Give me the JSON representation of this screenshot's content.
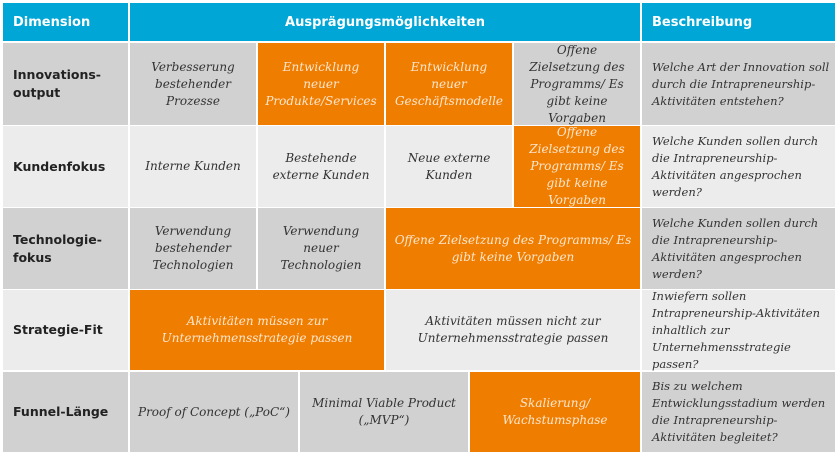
{
  "header": {
    "dimension": "Dimension",
    "options": "Ausprägungsmöglichkeiten",
    "description": "Beschreibung"
  },
  "rows": [
    {
      "dimension": "Innovations-\noutput",
      "options": [
        "Verbesserung bestehender Prozesse",
        "Entwicklung neuer Produkte/Services",
        "Entwicklung neuer Geschäftsmodelle",
        "Offene Zielsetzung des Programms/ Es gibt keine Vorgaben"
      ],
      "description": "Welche Art der Innovation soll durch die Intrapreneurship-Aktivitäten entstehen?"
    },
    {
      "dimension": "Kundenfokus",
      "options": [
        "Interne Kunden",
        "Bestehende externe Kunden",
        "Neue externe Kunden",
        "Offene Zielsetzung des Programms/ Es gibt keine Vorgaben"
      ],
      "description": "Welche Kunden sollen durch die Intrapreneurship-Aktivitäten angesprochen werden?"
    },
    {
      "dimension": "Technologie-\nfokus",
      "options": [
        "Verwendung bestehender Technologien",
        "Verwendung neuer Technologien",
        "Offene Zielsetzung des Programms/ Es gibt keine Vorgaben"
      ],
      "description": "Welche Kunden sollen durch die Intrapreneurship-Aktivitäten angesprochen werden?"
    },
    {
      "dimension": "Strategie-Fit",
      "options": [
        "Aktivitäten müssen zur Unternehmensstrategie passen",
        "Aktivitäten müssen nicht zur Unternehmensstrategie passen"
      ],
      "description": "Inwiefern sollen Intrapreneurship-Aktivitäten inhaltlich zur Unternehmensstrategie passen?"
    },
    {
      "dimension": "Funnel-Länge",
      "options": [
        "Proof of Concept („PoC“)",
        "Minimal Viable Product („MVP“)",
        "Skalierung/ Wachstumsphase"
      ],
      "description": "Bis zu welchem Entwicklungsstadium werden die Intrapreneurship-Aktivitäten begleitet?"
    }
  ],
  "colors": {
    "header": "#00a6d6",
    "highlight": "#ef7d00",
    "row_dark": "#d1d1d1",
    "row_light": "#ececec"
  }
}
